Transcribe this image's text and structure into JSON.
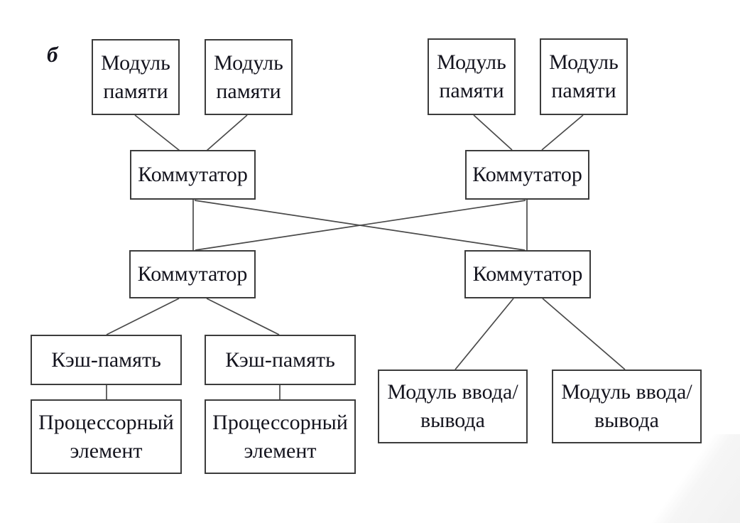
{
  "diagram": {
    "panel_label": "б",
    "nodes": [
      {
        "id": "memory-module-1",
        "lines": [
          "Модуль",
          "памяти"
        ]
      },
      {
        "id": "memory-module-2",
        "lines": [
          "Модуль",
          "памяти"
        ]
      },
      {
        "id": "memory-module-3",
        "lines": [
          "Модуль",
          "памяти"
        ]
      },
      {
        "id": "memory-module-4",
        "lines": [
          "Модуль",
          "памяти"
        ]
      },
      {
        "id": "switch-top-left",
        "lines": [
          "Коммутатор"
        ]
      },
      {
        "id": "switch-top-right",
        "lines": [
          "Коммутатор"
        ]
      },
      {
        "id": "switch-bottom-left",
        "lines": [
          "Коммутатор"
        ]
      },
      {
        "id": "switch-bottom-right",
        "lines": [
          "Коммутатор"
        ]
      },
      {
        "id": "cache-memory-1",
        "lines": [
          "Кэш-память"
        ]
      },
      {
        "id": "cache-memory-2",
        "lines": [
          "Кэш-память"
        ]
      },
      {
        "id": "processor-element-1",
        "lines": [
          "Процессорный",
          "элемент"
        ]
      },
      {
        "id": "processor-element-2",
        "lines": [
          "Процессорный",
          "элемент"
        ]
      },
      {
        "id": "io-module-1",
        "lines": [
          "Модуль ввода/",
          "вывода"
        ]
      },
      {
        "id": "io-module-2",
        "lines": [
          "Модуль ввода/",
          "вывода"
        ]
      }
    ],
    "colors": {
      "line": "#4a4a4a",
      "border": "#3c3c3c",
      "text": "#14141e",
      "background": "#ffffff"
    }
  }
}
